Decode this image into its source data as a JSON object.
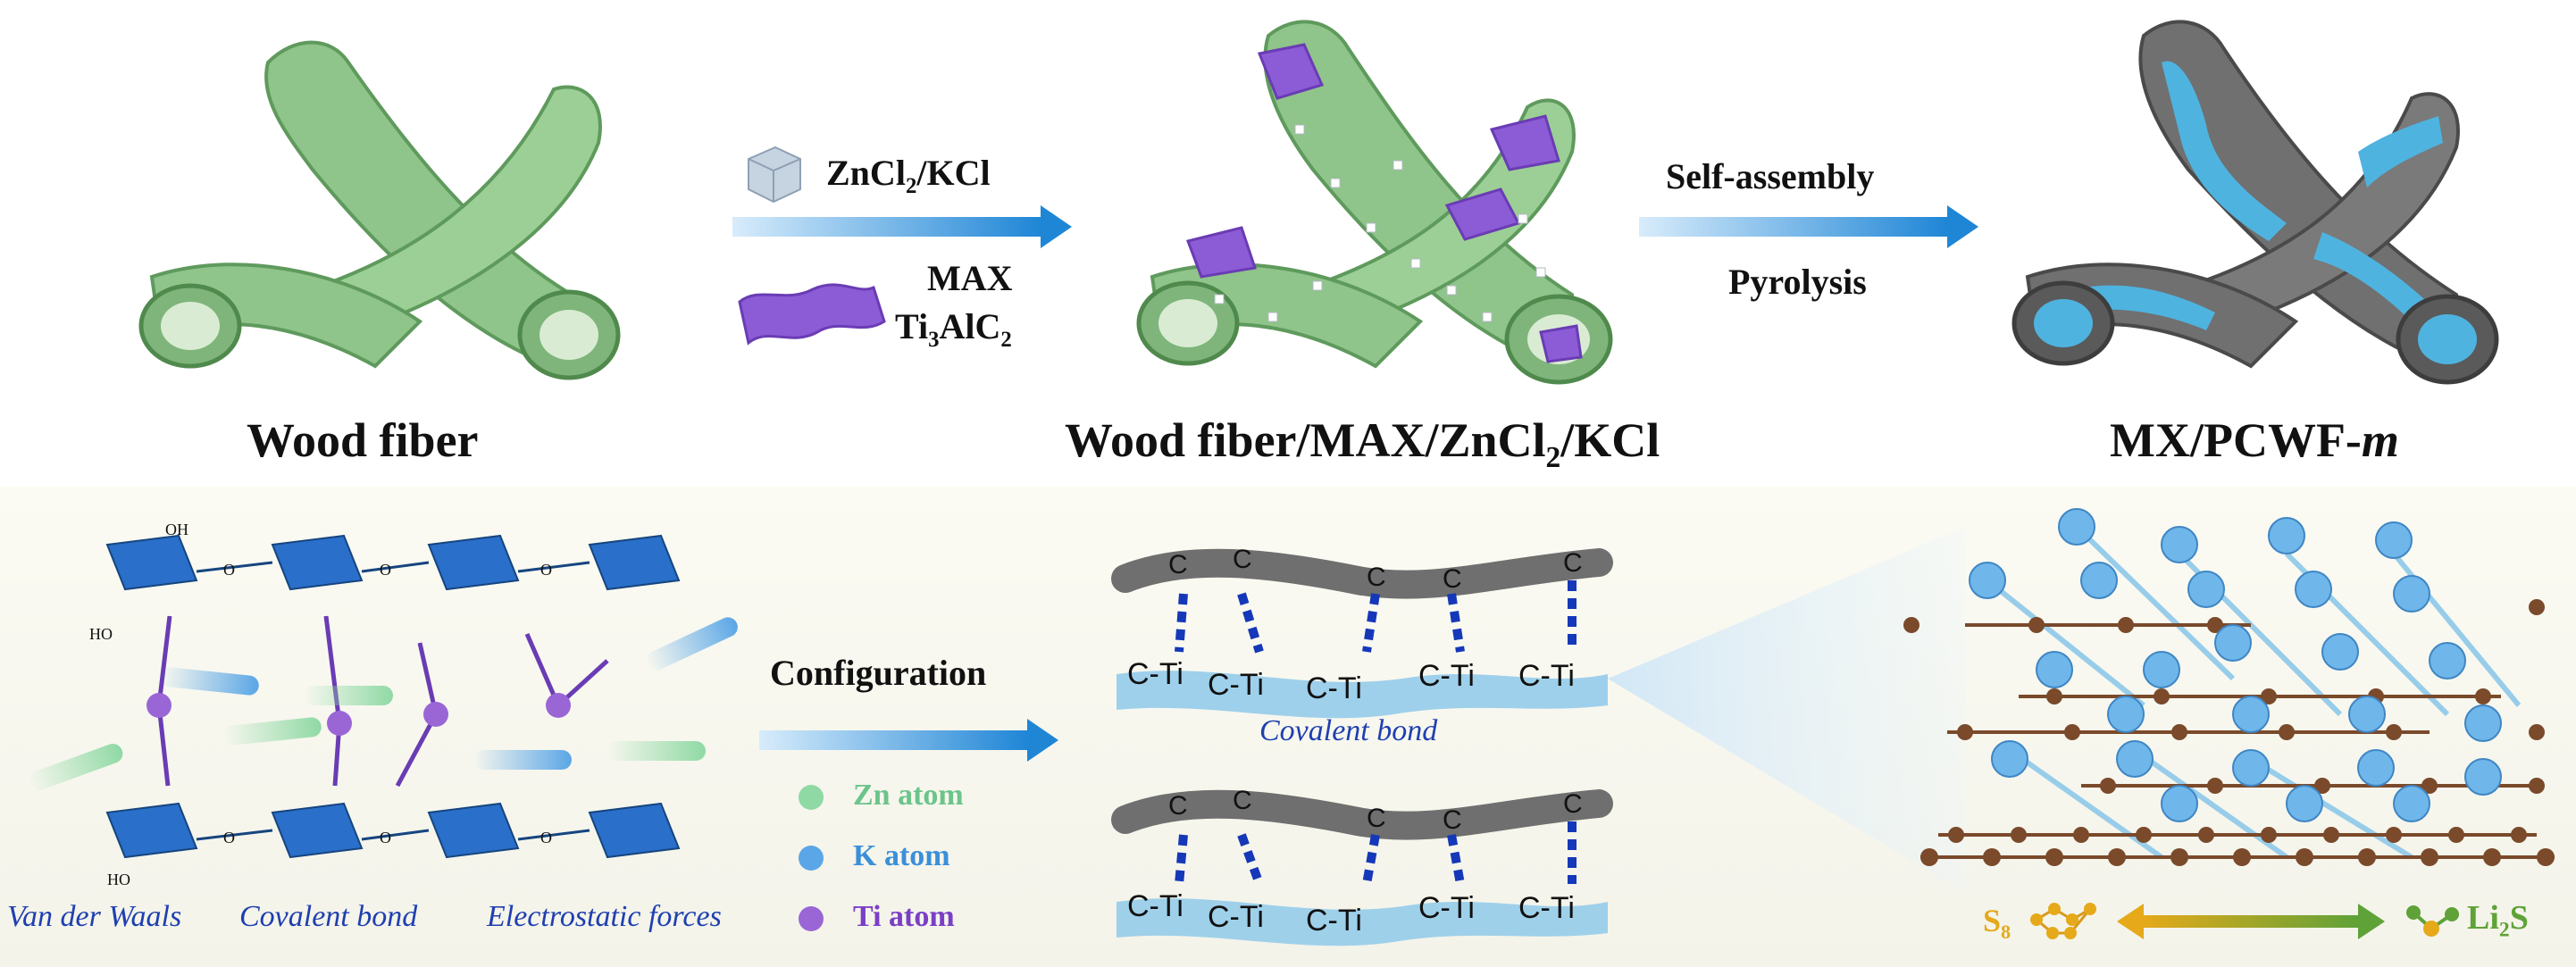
{
  "top": {
    "wood_fiber": "Wood fiber",
    "composite": "Wood fiber/MAX/ZnCl2/KCl",
    "product": "MX/PCWF-m",
    "reagent_1": "ZnCl2/KCl",
    "reagent_2_line1": "MAX",
    "reagent_2_line2": "Ti3AlC2",
    "step_1": "Self-assembly",
    "step_2": "Pyrolysis"
  },
  "bottom": {
    "arrow_label": "Configuration",
    "interactions": [
      "Van der Waals",
      "Covalent bond",
      "Electrostatic forces"
    ],
    "legend": [
      {
        "label": "Zn atom",
        "color": "#8fd9a4"
      },
      {
        "label": "K atom",
        "color": "#5aa6e6"
      },
      {
        "label": "Ti atom",
        "color": "#9a66d6"
      }
    ],
    "covalent_bond_label": "Covalent bond",
    "bond_row": [
      "C-Ti",
      "C-Ti",
      "C-Ti",
      "C-Ti",
      "C-Ti"
    ],
    "carbon_atom": "C",
    "s8": "S8",
    "li2s": "Li2S",
    "oh": "OH",
    "o": "O",
    "ho": "HO"
  },
  "colors": {
    "fiber_green": "#8fc48a",
    "maxphase_purple": "#8c5bd6",
    "mxene_blue": "#4fb3e0",
    "carbon_gray": "#6f6f6f",
    "arrow_blue": "#1f86d6",
    "atom_brown": "#7a4a2b",
    "atom_blue": "#6fb6ea"
  }
}
